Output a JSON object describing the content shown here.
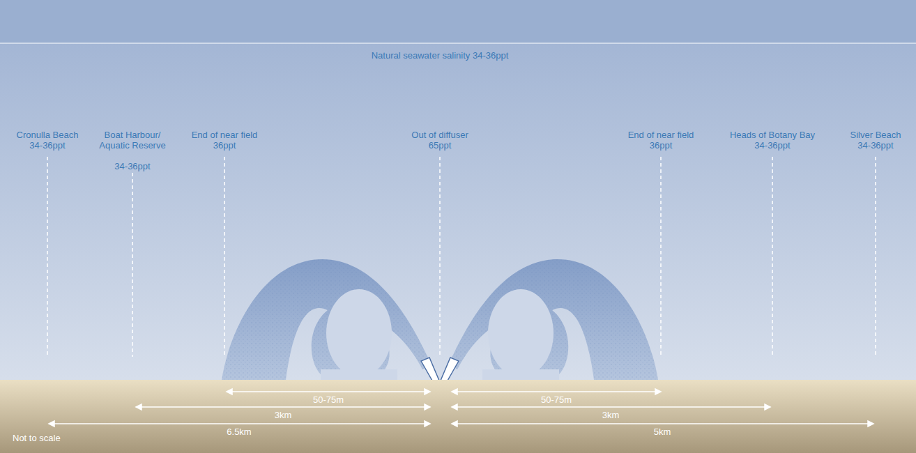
{
  "diagram": {
    "labels": [
      "Natural seawater salinity 34-36ppt",
      "Cronulla Beach",
      "34-36ppt",
      "Boat Harbour/ Aquatic Reserve",
      "34-36ppt",
      "End of near field",
      "36ppt",
      "Out of diffuser",
      "65ppt",
      "End of near field",
      "36ppt",
      "Heads of Botany Bay",
      "34-36ppt",
      "Silver Beach",
      "34-36ppt",
      "50-75m",
      "50-75m",
      "3km",
      "3km",
      "6.5km",
      "5km",
      "Not to scale"
    ]
  }
}
